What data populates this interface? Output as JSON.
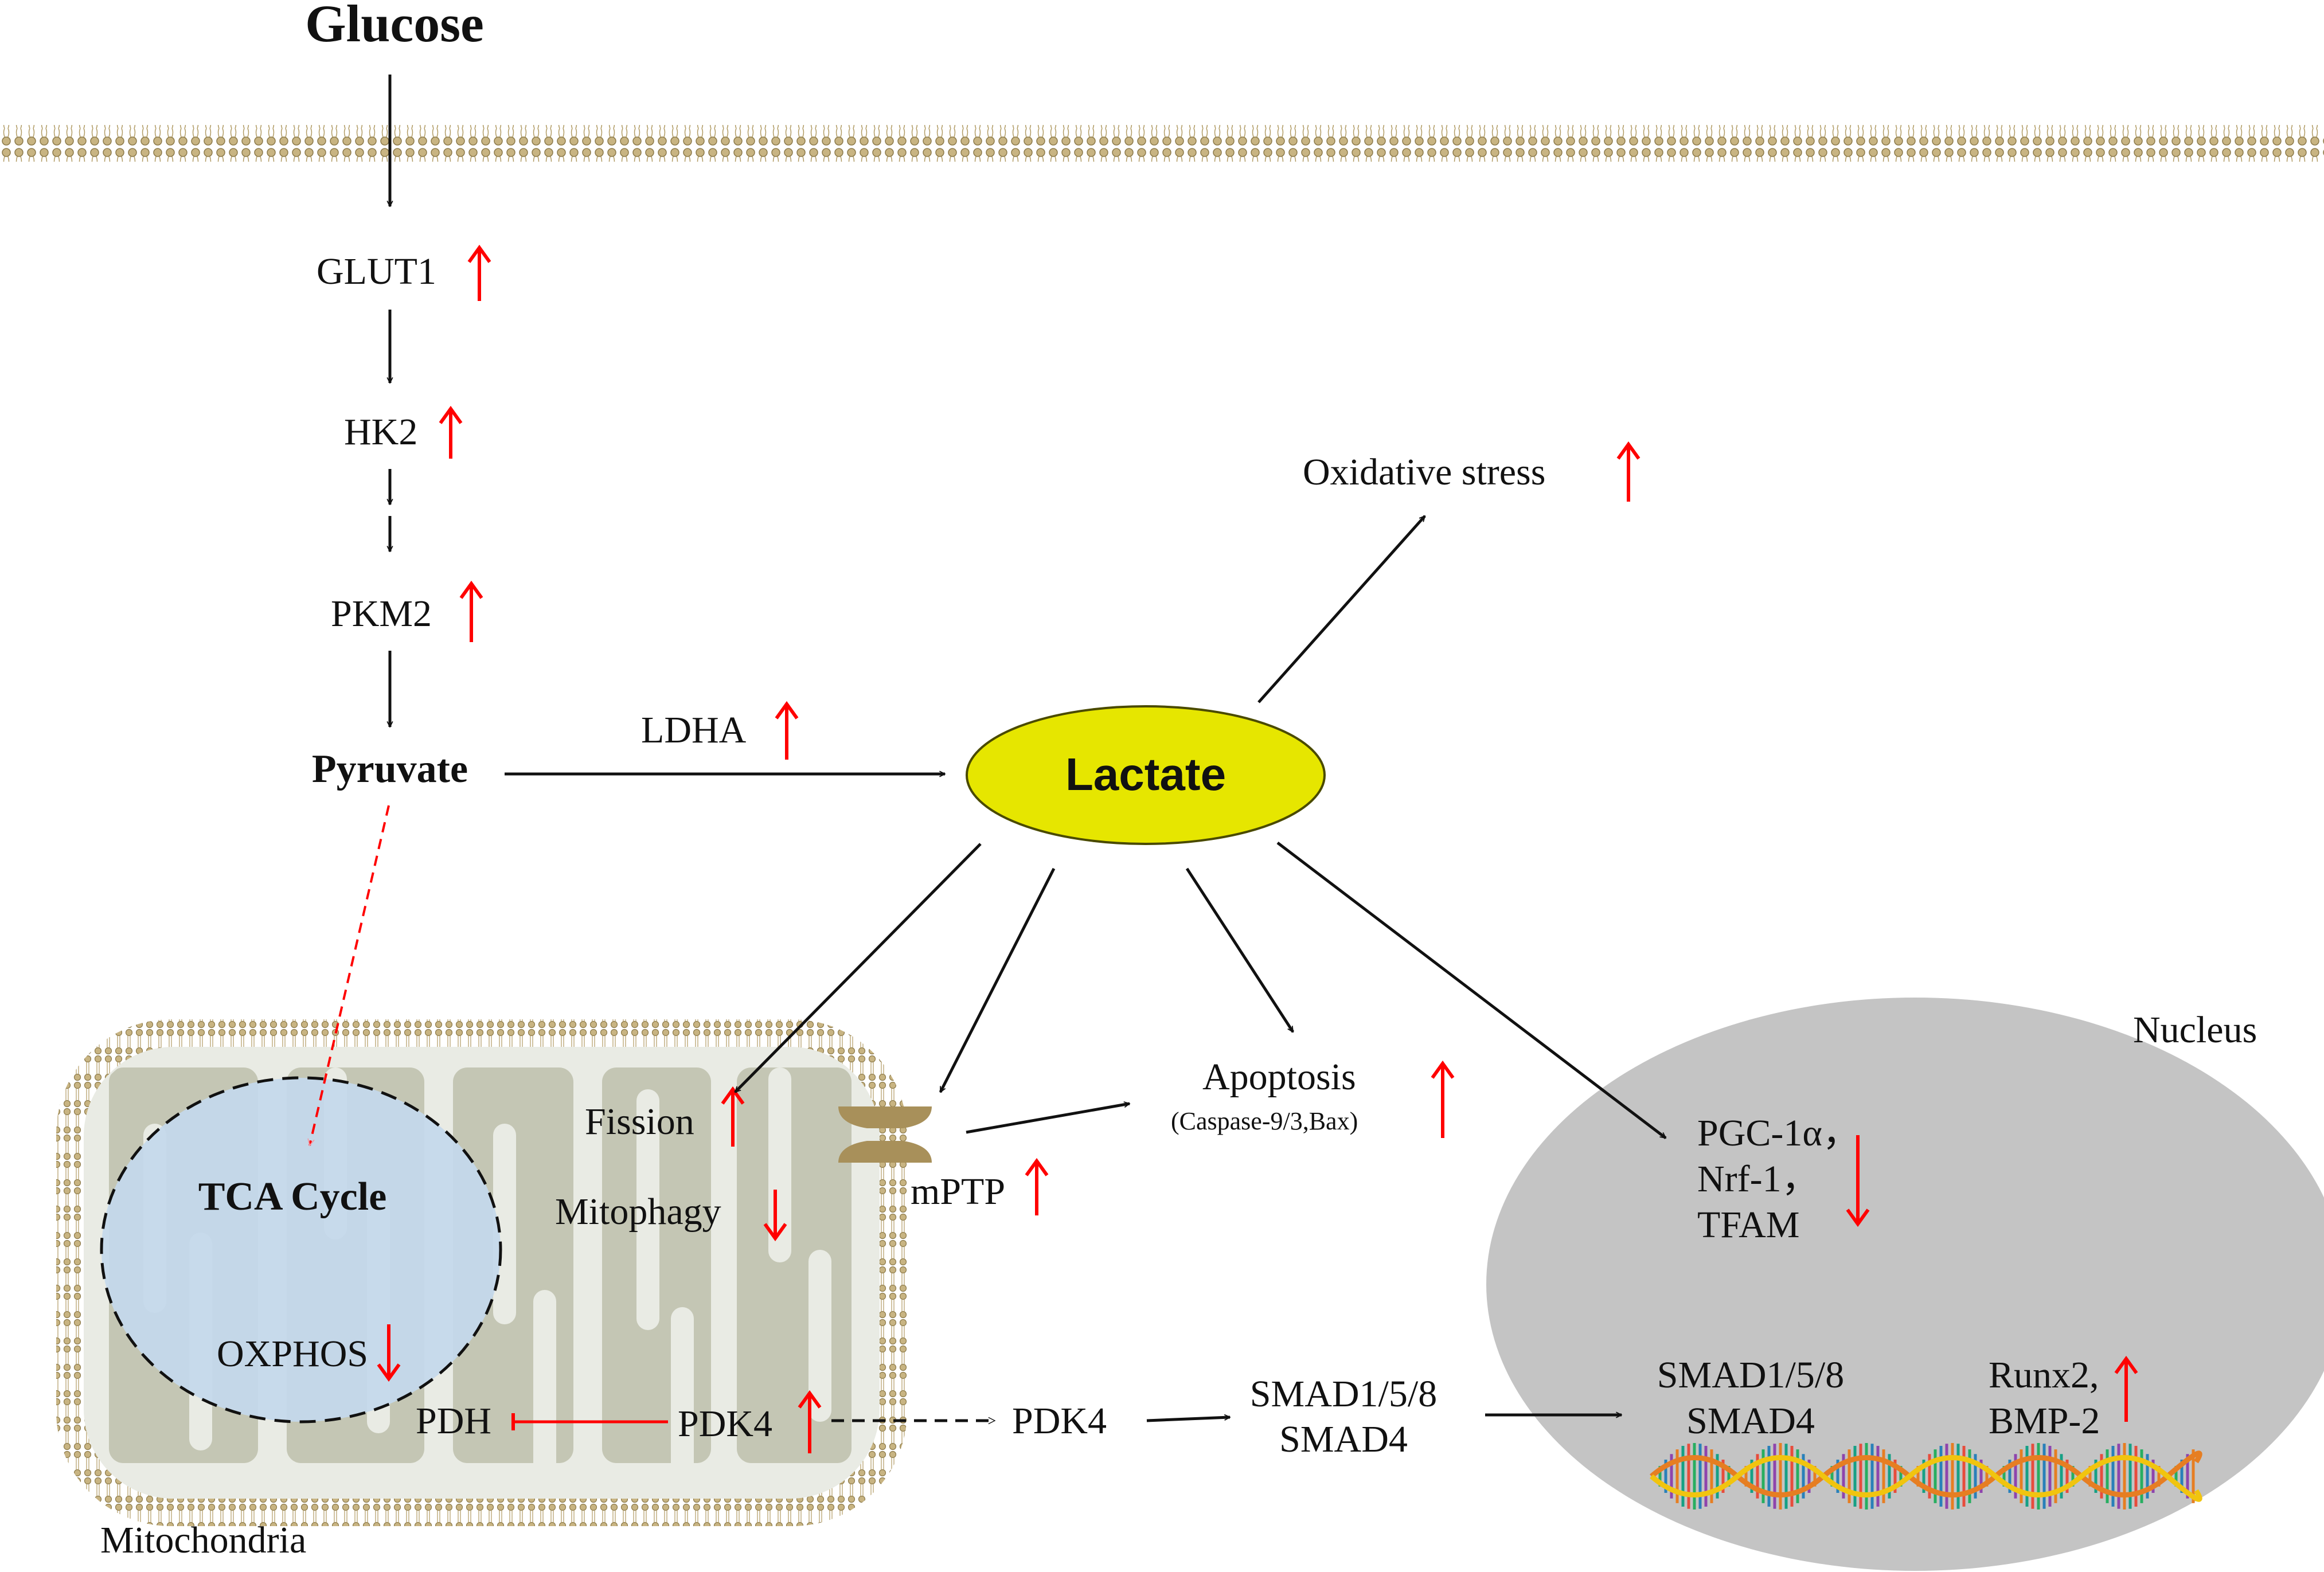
{
  "glycolysis": {
    "glucose": "Glucose",
    "glut1": "GLUT1",
    "hk2": "HK2",
    "pkm2": "PKM2",
    "pyruvate": "Pyruvate",
    "ldha": "LDHA"
  },
  "lactate": "Lactate",
  "oxidative_stress": "Oxidative stress",
  "mitochondria": {
    "label": "Mitochondria",
    "tca": "TCA Cycle",
    "oxphos": "OXPHOS",
    "pdh": "PDH",
    "pdk4": "PDK4",
    "fission": "Fission",
    "mitophagy": "Mitophagy",
    "mptp": "mPTP"
  },
  "apoptosis": {
    "label": "Apoptosis",
    "detail": "(Caspase-9/3,Bax)"
  },
  "pdk4_out": "PDK4",
  "smad_cyto": {
    "line1": "SMAD1/5/8",
    "line2": "SMAD4"
  },
  "nucleus": {
    "label": "Nucleus",
    "pgc": "PGC-1α，",
    "nrf": "Nrf-1，",
    "tfam": "TFAM",
    "smad1": "SMAD1/5/8",
    "smad4": "SMAD4",
    "runx2": "Runx2,",
    "bmp2": "BMP-2"
  },
  "colors": {
    "up_down_arrows": "#ff0000",
    "lactate_fill": "#e6e600",
    "nucleus_fill": "#c4c4c4",
    "mito_fill": "#e9ebe4",
    "cristae": "#c4c6b4",
    "tca_fill": "#c4d8ec",
    "membrane": "#c8b482",
    "mptp_fill": "#a8905a"
  },
  "icons": [
    "up-arrow",
    "down-arrow",
    "membrane-bilayer",
    "dna-helix",
    "mptp-pore"
  ]
}
